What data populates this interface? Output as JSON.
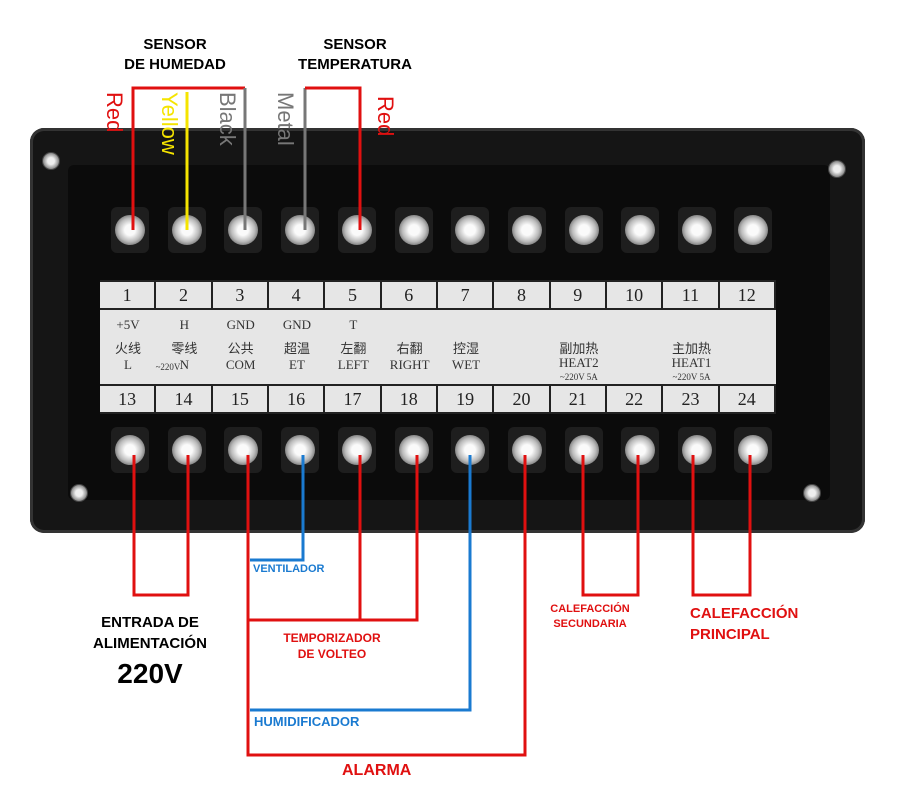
{
  "top_headers": {
    "humidity_sensor": "SENSOR\nDE HUMEDAD",
    "temperature_sensor": "SENSOR\nTEMPERATURA"
  },
  "wire_colors": {
    "red": "Red",
    "yellow": "Yellow",
    "black": "Black",
    "metal": "Metal",
    "red2": "Red"
  },
  "top_numbers": [
    "1",
    "2",
    "3",
    "4",
    "5",
    "6",
    "7",
    "8",
    "9",
    "10",
    "11",
    "12"
  ],
  "bottom_numbers": [
    "13",
    "14",
    "15",
    "16",
    "17",
    "18",
    "19",
    "20",
    "21",
    "22",
    "23",
    "24"
  ],
  "top_labels": [
    "+5V",
    "H",
    "GND",
    "GND",
    "T"
  ],
  "bottom_labels": [
    {
      "cn": "火线",
      "en": "L"
    },
    {
      "cn": "零线",
      "en": "N"
    },
    {
      "cn": "公共",
      "en": "COM"
    },
    {
      "cn": "超温",
      "en": "ET"
    },
    {
      "cn": "左翻",
      "en": "LEFT"
    },
    {
      "cn": "右翻",
      "en": "RIGHT"
    },
    {
      "cn": "控湿",
      "en": "WET"
    }
  ],
  "voltage_note": "~220V",
  "heat2": {
    "cn": "副加热",
    "en": "HEAT2",
    "rating": "~220V 5A"
  },
  "heat1": {
    "cn": "主加热",
    "en": "HEAT1",
    "rating": "~220V 5A"
  },
  "annotations": {
    "power": "ENTRADA DE\nALIMENTACIÓN",
    "power_v": "220V",
    "fan": "VENTILADOR",
    "timer": "TEMPORIZADOR\nDE VOLTEO",
    "humidifier": "HUMIDIFICADOR",
    "alarm": "ALARMA",
    "heat_secondary": "CALEFACCIÓN\nSECUNDARIA",
    "heat_primary": "CALEFACCIÓN\nPRINCIPAL"
  },
  "colors": {
    "red": "#e01010",
    "blue": "#1a7ad0",
    "yellow": "#f5e400",
    "grey": "#777777"
  }
}
